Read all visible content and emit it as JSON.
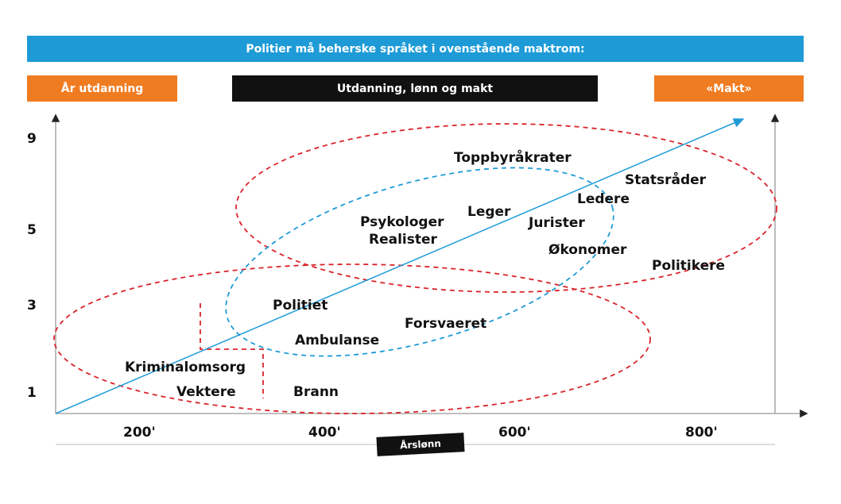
{
  "colors": {
    "blue": "#1e9bd7",
    "orange": "#f07c22",
    "black": "#111111",
    "red": "#d9242b",
    "gray": "#777777"
  },
  "top_banner": "Politier må beherske språket i ovenstående maktrom:",
  "left_tag": "År utdanning",
  "mid_tag": "Utdanning, lønn og makt",
  "right_tag": "«Makt»",
  "x_axis_label": "Årslønn",
  "y_ticks": [
    "9",
    "5",
    "3",
    "1"
  ],
  "x_ticks": [
    "200'",
    "400'",
    "600'",
    "800'"
  ],
  "jobs": {
    "toppbyrakrater": "Toppbyråkrater",
    "statsrader": "Statsråder",
    "ledere": "Ledere",
    "leger": "Leger",
    "psykologer": "Psykologer",
    "realister": "Realister",
    "jurister": "Jurister",
    "okonomer": "Økonomer",
    "politikere": "Politikere",
    "politiet": "Politiet",
    "forsvaeret": "Forsvaeret",
    "ambulanse": "Ambulanse",
    "kriminalomsorg": "Kriminalomsorg",
    "vektere": "Vektere",
    "brann": "Brann"
  }
}
